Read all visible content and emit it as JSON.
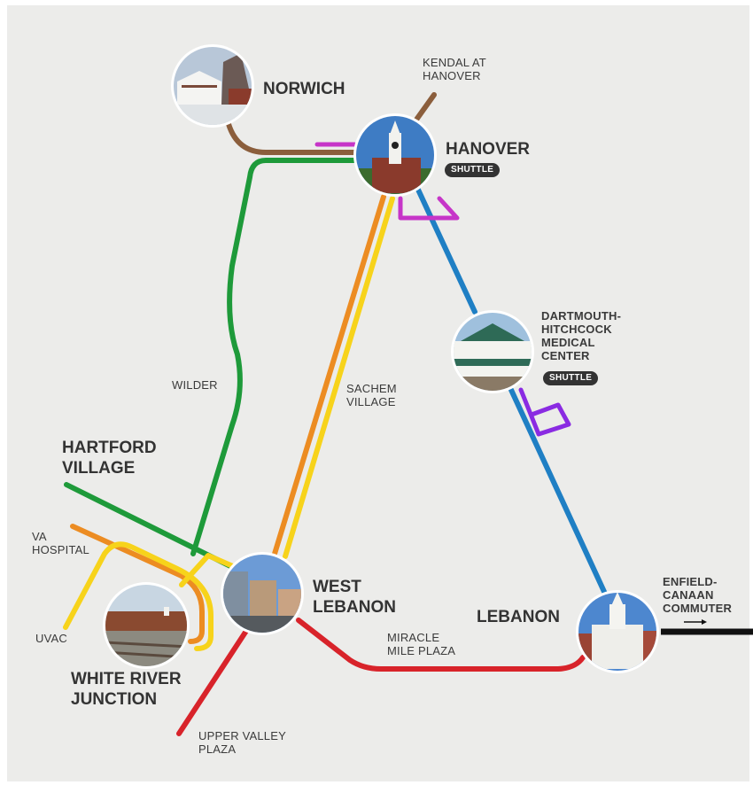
{
  "colors": {
    "background": "#ececea",
    "brown": "#8b5e3c",
    "green": "#1e9a3a",
    "orange": "#ec8c22",
    "yellow": "#f7d31b",
    "blue": "#1f7fc4",
    "red": "#d8232a",
    "magenta": "#c635c8",
    "purple": "#8a2be2",
    "black": "#111111"
  },
  "stops": {
    "norwich": {
      "label": "NORWICH",
      "photo": "gazebo-photo"
    },
    "hanover": {
      "label": "HANOVER",
      "badge": "SHUTTLE",
      "photo": "clock-tower-photo"
    },
    "dhmc": {
      "label": "DARTMOUTH-\nHITCHCOCK\nMEDICAL\nCENTER",
      "badge": "SHUTTLE",
      "photo": "hospital-photo"
    },
    "west_lebanon": {
      "label": "WEST\nLEBANON",
      "photo": "main-street-photo"
    },
    "lebanon": {
      "label": "LEBANON",
      "photo": "city-hall-photo"
    },
    "white_river_junction": {
      "label": "WHITE RIVER\nJUNCTION",
      "photo": "train-station-photo"
    },
    "hartford_village": {
      "label": "HARTFORD\nVILLAGE"
    }
  },
  "places": {
    "kendal": "KENDAL AT\nHANOVER",
    "wilder": "WILDER",
    "sachem": "SACHEM\nVILLAGE",
    "va_hospital": "VA\nHOSPITAL",
    "uvac": "UVAC",
    "miracle_mile": "MIRACLE\nMILE PLAZA",
    "upper_valley": "UPPER VALLEY\nPLAZA",
    "enfield": "ENFIELD-\nCANAAN\nCOMMUTER"
  }
}
